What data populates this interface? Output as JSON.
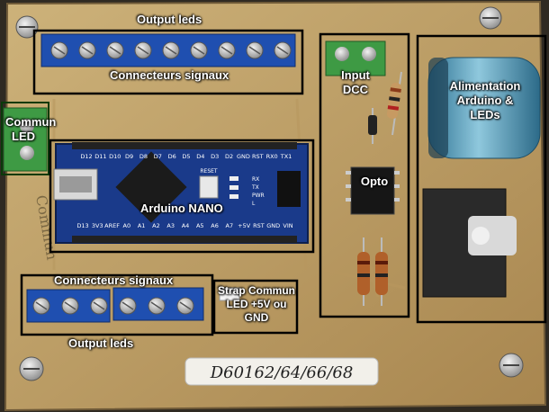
{
  "labels": {
    "output_leds_top": "Output leds",
    "connecteurs_top": "Connecteurs signaux",
    "commun_led": "Commun LED",
    "arduino_nano": "Arduino NANO",
    "input_dcc": "Input DCC",
    "opto": "Opto",
    "alimentation": "Alimentation Arduino & LEDs",
    "connecteurs_bottom": "Connecteurs signaux",
    "output_leds_bottom": "Output leds",
    "strap": "Strap Commun LED +5V ou GND"
  },
  "board_marking": "D60162/64/66/68",
  "nano_pins_top": [
    "D12",
    "D11",
    "D10",
    "D9",
    "D8",
    "D7",
    "D6",
    "D5",
    "D4",
    "D3",
    "D2",
    "GND",
    "RST",
    "RX0",
    "TX1"
  ],
  "nano_pins_bottom": [
    "D13",
    "3V3",
    "AREF",
    "A0",
    "A1",
    "A2",
    "A3",
    "A4",
    "A5",
    "A6",
    "A7",
    "+5V",
    "RST",
    "GND",
    "VIN"
  ],
  "nano_side_labels": [
    "RX",
    "TX",
    "PWR",
    "L"
  ],
  "nano_reset_label": "RESET",
  "handwriting": [
    "Commun"
  ],
  "colors": {
    "pcb": "#c2a36a",
    "terminal_blue": "#1f4fb0",
    "terminal_green": "#3e9a44",
    "nano_blue": "#1a3a8a",
    "capacitor": "#4f9dbd",
    "annotation_box": "#000000"
  }
}
